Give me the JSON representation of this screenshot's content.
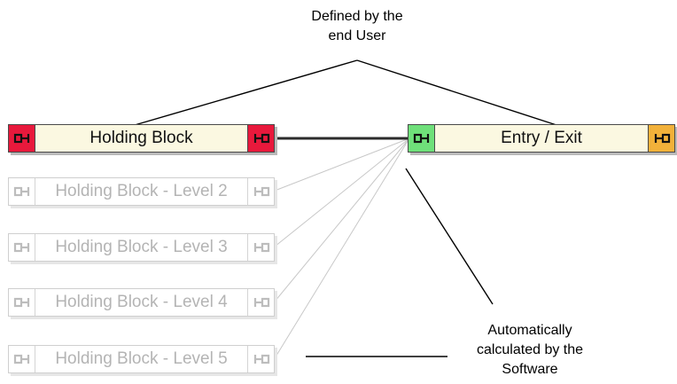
{
  "annotations": {
    "top": {
      "line1": "Defined by the",
      "line2": "end User"
    },
    "bottom": {
      "line1": "Automatically",
      "line2": "calculated by the",
      "line3": "Software"
    }
  },
  "blocks": {
    "holding": {
      "label": "Holding Block",
      "color_in": "#e8193c",
      "color_out": "#e8193c"
    },
    "entry_exit": {
      "label": "Entry / Exit",
      "color_in": "#6fe07a",
      "color_out": "#f2b13a"
    },
    "levels": [
      {
        "label": "Holding Block - Level 2"
      },
      {
        "label": "Holding Block - Level 3"
      },
      {
        "label": "Holding Block - Level 4"
      },
      {
        "label": "Holding Block - Level 5"
      }
    ]
  },
  "colors": {
    "block_fill": "#fbf8e1",
    "ghost_gray": "#bdbdbd",
    "connector_dark": "#2b2b2b",
    "connector_light": "#c8c8c8"
  },
  "icons": {
    "input_port": "port-in-icon",
    "output_port": "port-out-icon"
  }
}
